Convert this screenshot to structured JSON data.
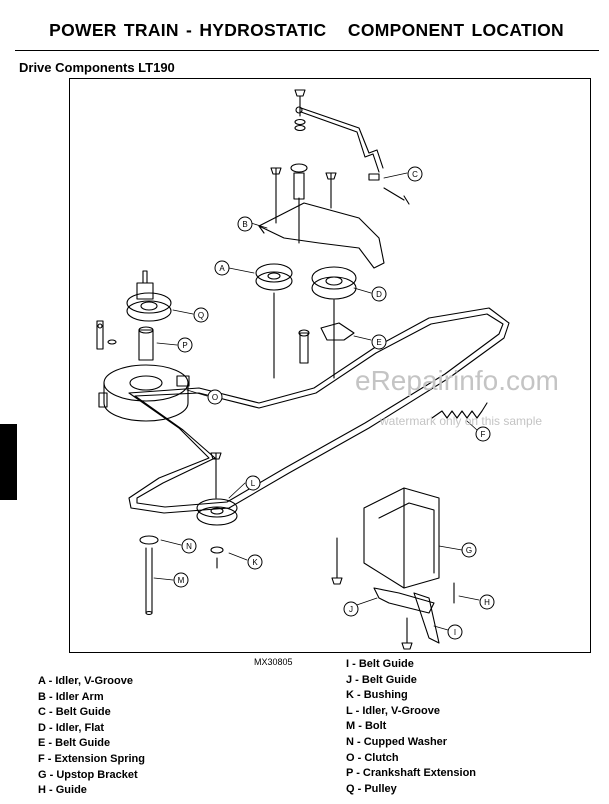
{
  "header": {
    "title": "POWER TRAIN - HYDROSTATIC   COMPONENT LOCATION",
    "section": "Drive Components LT190"
  },
  "figure": {
    "id": "MX30805",
    "watermark": "eRepairinfo.com",
    "watermark_note": "watermark only on this sample"
  },
  "callouts": [
    "A",
    "B",
    "C",
    "D",
    "E",
    "F",
    "G",
    "H",
    "I",
    "J",
    "K",
    "L",
    "M",
    "N",
    "O",
    "P",
    "Q"
  ],
  "legend": [
    {
      "letter": "A",
      "name": "Idler, V-Groove"
    },
    {
      "letter": "B",
      "name": "Idler Arm"
    },
    {
      "letter": "C",
      "name": "Belt Guide"
    },
    {
      "letter": "D",
      "name": "Idler, Flat"
    },
    {
      "letter": "E",
      "name": "Belt Guide"
    },
    {
      "letter": "F",
      "name": "Extension Spring"
    },
    {
      "letter": "G",
      "name": "Upstop Bracket"
    },
    {
      "letter": "H",
      "name": "Guide"
    },
    {
      "letter": "I",
      "name": "Belt Guide"
    },
    {
      "letter": "J",
      "name": "Belt Guide"
    },
    {
      "letter": "K",
      "name": "Bushing"
    },
    {
      "letter": "L",
      "name": "Idler, V-Groove"
    },
    {
      "letter": "M",
      "name": "Bolt"
    },
    {
      "letter": "N",
      "name": "Cupped Washer"
    },
    {
      "letter": "O",
      "name": "Clutch"
    },
    {
      "letter": "P",
      "name": "Crankshaft Extension"
    },
    {
      "letter": "Q",
      "name": "Pulley"
    }
  ]
}
